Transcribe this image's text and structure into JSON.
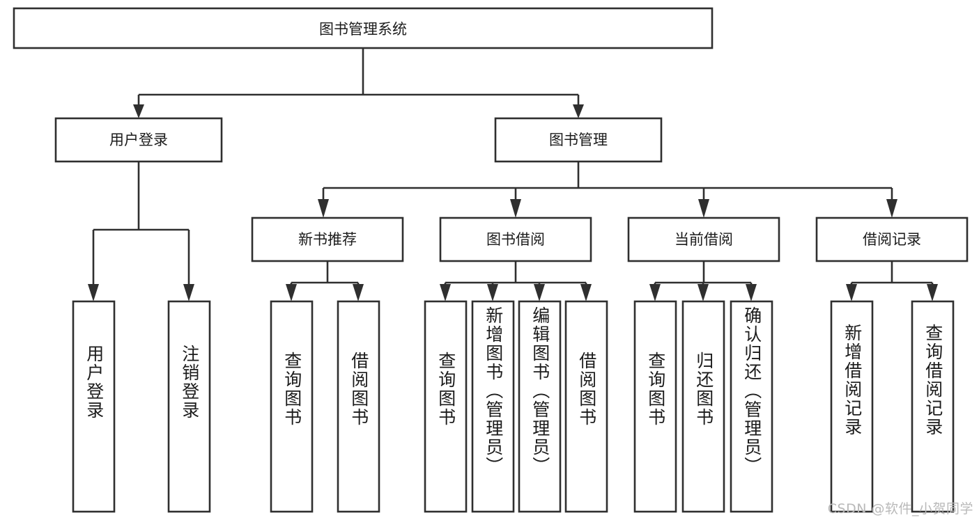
{
  "diagram": {
    "title": "图书管理系统",
    "type": "hierarchy-tree",
    "watermark": "CSDN @软件_小贺同学",
    "colors": {
      "stroke": "#2f2f2f",
      "fill": "#ffffff",
      "text": "#1b1b1b",
      "watermark": "#b9b9b9"
    },
    "root": {
      "label": "图书管理系统"
    },
    "level2": [
      {
        "id": "user-login",
        "label": "用户登录"
      },
      {
        "id": "book-management",
        "label": "图书管理"
      }
    ],
    "level3": [
      {
        "id": "new-book-recommend",
        "label": "新书推荐",
        "parent": "book-management"
      },
      {
        "id": "book-borrow",
        "label": "图书借阅",
        "parent": "book-management"
      },
      {
        "id": "current-borrow",
        "label": "当前借阅",
        "parent": "book-management"
      },
      {
        "id": "borrow-record",
        "label": "借阅记录",
        "parent": "book-management"
      }
    ],
    "leaves": [
      {
        "id": "leaf-user-login",
        "label": "用户登录",
        "parent": "user-login"
      },
      {
        "id": "leaf-logout-login",
        "label": "注销登录",
        "parent": "user-login"
      },
      {
        "id": "leaf-query-book-1",
        "label": "查询图书",
        "parent": "new-book-recommend"
      },
      {
        "id": "leaf-borrow-book-1",
        "label": "借阅图书",
        "parent": "new-book-recommend"
      },
      {
        "id": "leaf-query-book-2",
        "label": "查询图书",
        "parent": "book-borrow"
      },
      {
        "id": "leaf-add-book",
        "label": "新增图书（管理员）",
        "parent": "book-borrow"
      },
      {
        "id": "leaf-edit-book",
        "label": "编辑图书（管理员）",
        "parent": "book-borrow"
      },
      {
        "id": "leaf-borrow-book-2",
        "label": "借阅图书",
        "parent": "book-borrow"
      },
      {
        "id": "leaf-query-book-3",
        "label": "查询图书",
        "parent": "current-borrow"
      },
      {
        "id": "leaf-return-book",
        "label": "归还图书",
        "parent": "current-borrow"
      },
      {
        "id": "leaf-confirm-return",
        "label": "确认归还（管理员）",
        "parent": "current-borrow"
      },
      {
        "id": "leaf-add-record",
        "label": "新增借阅记录",
        "parent": "borrow-record"
      },
      {
        "id": "leaf-query-record",
        "label": "查询借阅记录",
        "parent": "borrow-record"
      }
    ]
  }
}
